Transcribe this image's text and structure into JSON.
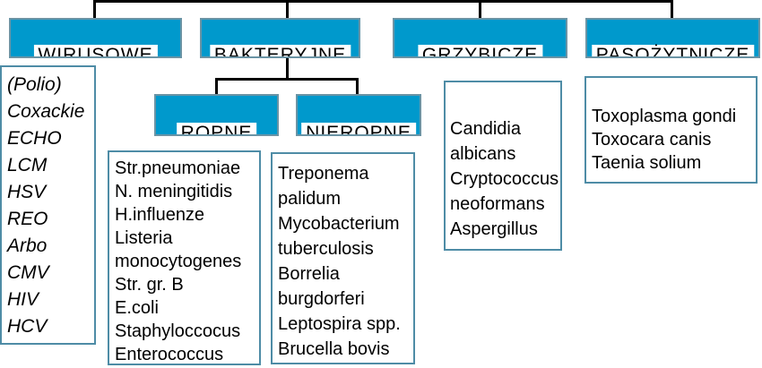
{
  "colors": {
    "node_fill": "#0099CC",
    "node_border": "#6B94A5",
    "list_border": "#4E8CA6",
    "connector": "#000000"
  },
  "nodes": {
    "wirusowe": "WIRUSOWE",
    "bakteryjne": "BAKTERYJNE",
    "grzybicze": "GRZYBICZE",
    "pasozytnicze": "PASOŻYTNICZE",
    "ropne": "ROPNE",
    "nieropne": "NIEROPNE"
  },
  "lists": {
    "wirusowe": [
      "(Polio)",
      "Coxackie",
      "ECHO",
      "LCM",
      "HSV",
      "REO",
      "Arbo",
      "CMV",
      "HIV",
      "HCV"
    ],
    "ropne": [
      "Str.pneumoniae",
      "N. meningitidis",
      "H.influenze",
      "Listeria monocytogenes",
      "Str. gr. B",
      "E.coli",
      "Staphyloccocus",
      "Enterococcus"
    ],
    "nieropne": [
      "Treponema palidum",
      "Mycobacterium tuberculosis",
      "Borrelia burgdorferi",
      "Leptospira spp.",
      "Brucella bovis"
    ],
    "grzybicze": [
      "Candidia albicans",
      "Cryptococcus neoformans",
      "Aspergillus"
    ],
    "pasozytnicze": [
      "Toxoplasma gondi",
      "Toxocara canis",
      "Taenia solium"
    ]
  }
}
